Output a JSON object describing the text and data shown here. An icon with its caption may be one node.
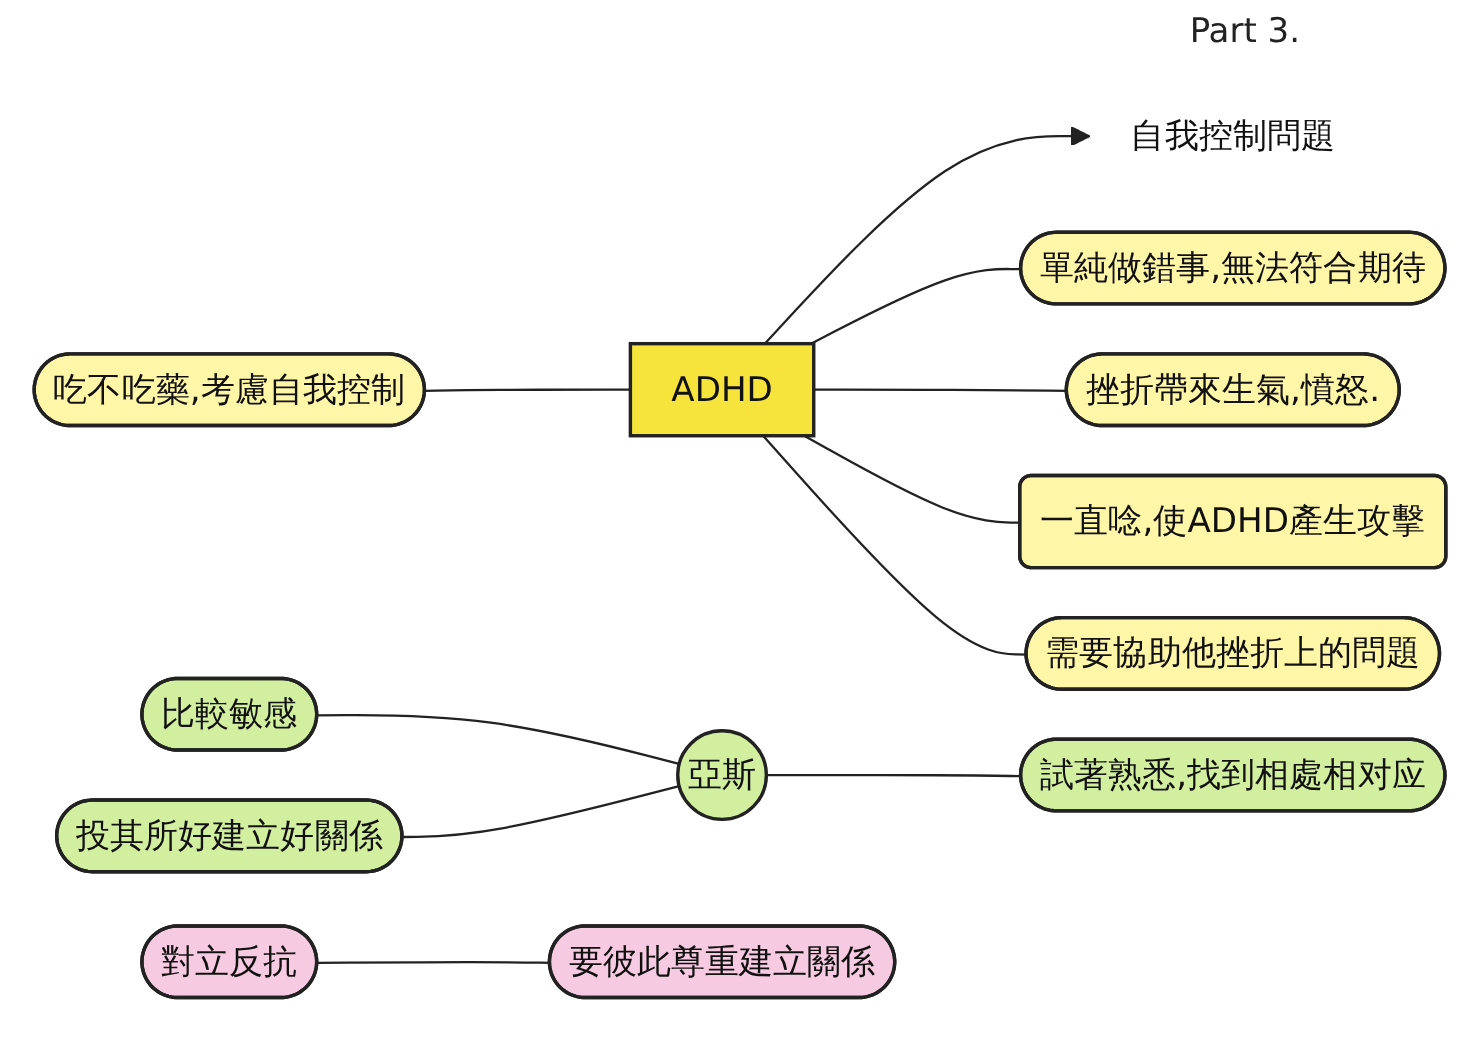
{
  "diagram": {
    "nodes": [
      {
        "text": [
          "吃不吃藥,考慮自我控制"
        ]
      },
      {
        "text": [
          "ADHD"
        ]
      },
      {
        "text": [
          "自我控制問題"
        ]
      },
      {
        "text": [
          "單純做錯事,無法符合期待"
        ]
      },
      {
        "text": [
          "挫折帶來生氣,憤怒."
        ]
      },
      {
        "text": [
          "一直唸,使ADHD產生攻擊"
        ]
      },
      {
        "text": [
          "需要協助他挫折上的問題"
        ]
      },
      {
        "text": [
          "亞斯"
        ]
      },
      {
        "text": [
          "比較敏感"
        ]
      },
      {
        "text": [
          "試著熟悉,找到相處相对应"
        ]
      },
      {
        "text": [
          "投其所好建立好關係"
        ]
      },
      {
        "text": [
          "對立反抗"
        ]
      },
      {
        "text": [
          "要彼此尊重建立關係"
        ]
      }
    ],
    "edges": [
      {
        "from": 0,
        "to": 1,
        "arrow": "none"
      },
      {
        "from": 1,
        "to": 2,
        "arrow": "to"
      },
      {
        "from": 1,
        "to": 3,
        "arrow": "none"
      },
      {
        "from": 1,
        "to": 4,
        "arrow": "none"
      },
      {
        "from": 1,
        "to": 5,
        "arrow": "none"
      },
      {
        "from": 1,
        "to": 6,
        "arrow": "none"
      },
      {
        "from": 8,
        "to": 7,
        "arrow": "none"
      },
      {
        "from": 7,
        "to": 9,
        "arrow": "none"
      },
      {
        "from": 10,
        "to": 7,
        "arrow": "none"
      },
      {
        "from": 11,
        "to": 12,
        "arrow": "none"
      }
    ],
    "labels": [
      "Part 3."
    ]
  }
}
